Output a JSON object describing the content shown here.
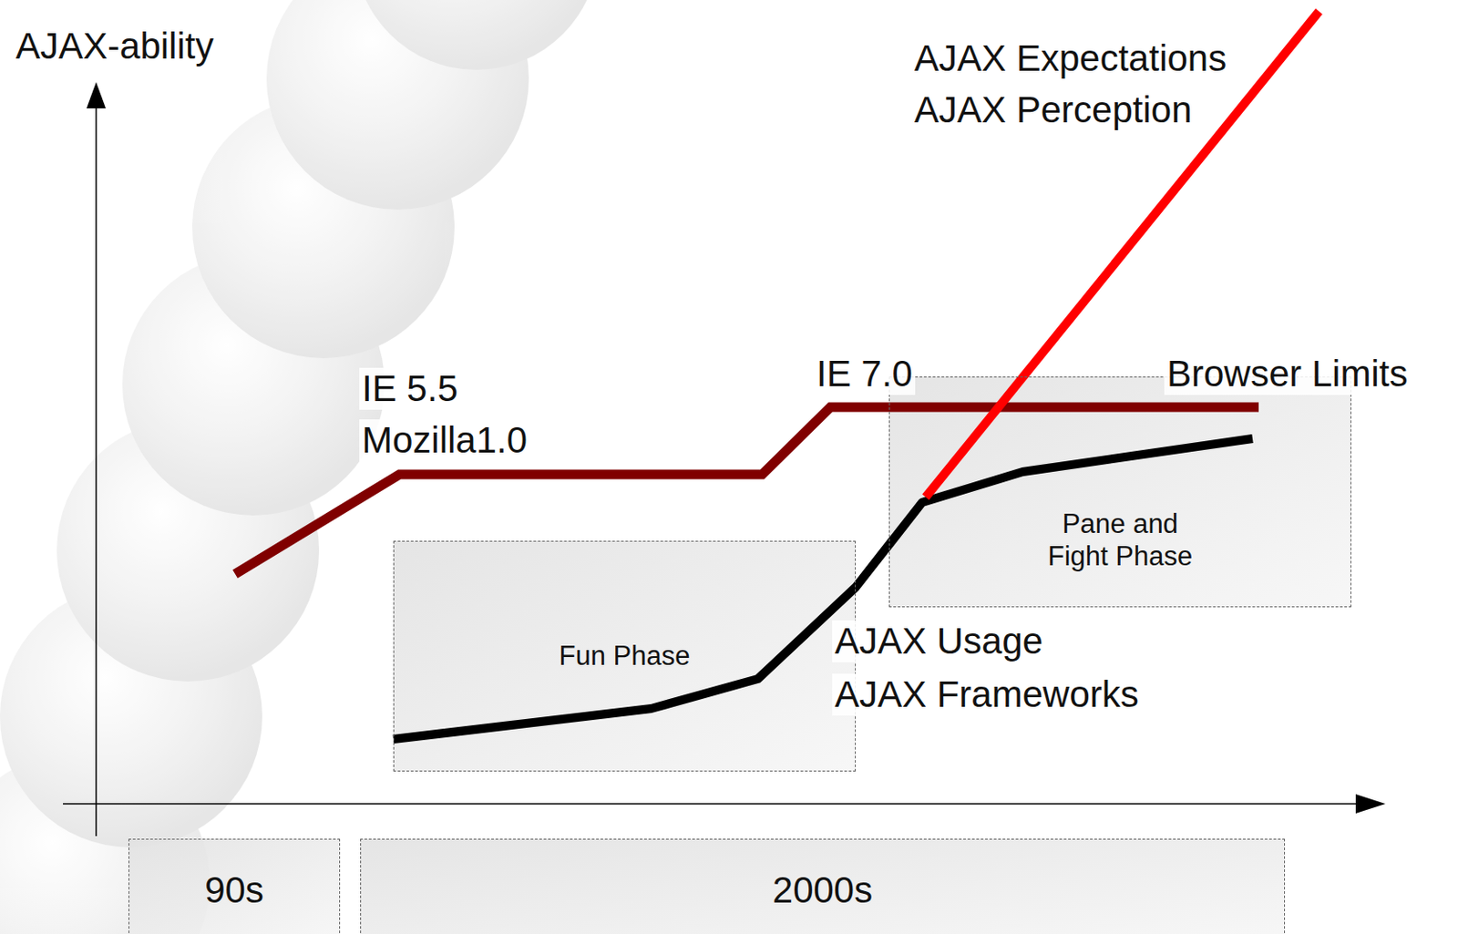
{
  "diagram": {
    "nodes": [
      {
        "text": [
          "Pane and Fight Phase"
        ]
      },
      {
        "text": [
          "Fun Phase"
        ]
      },
      {
        "text": [
          "90s"
        ]
      },
      {
        "text": [
          "2000s"
        ]
      }
    ],
    "labels": [
      "AJAX-ability",
      "AJAX Expectations",
      "AJAX Perception",
      "IE 5.5",
      "Mozilla1.0",
      "IE 7.0",
      "Browser Limits",
      "AJAX Usage",
      "AJAX Frameworks"
    ]
  }
}
